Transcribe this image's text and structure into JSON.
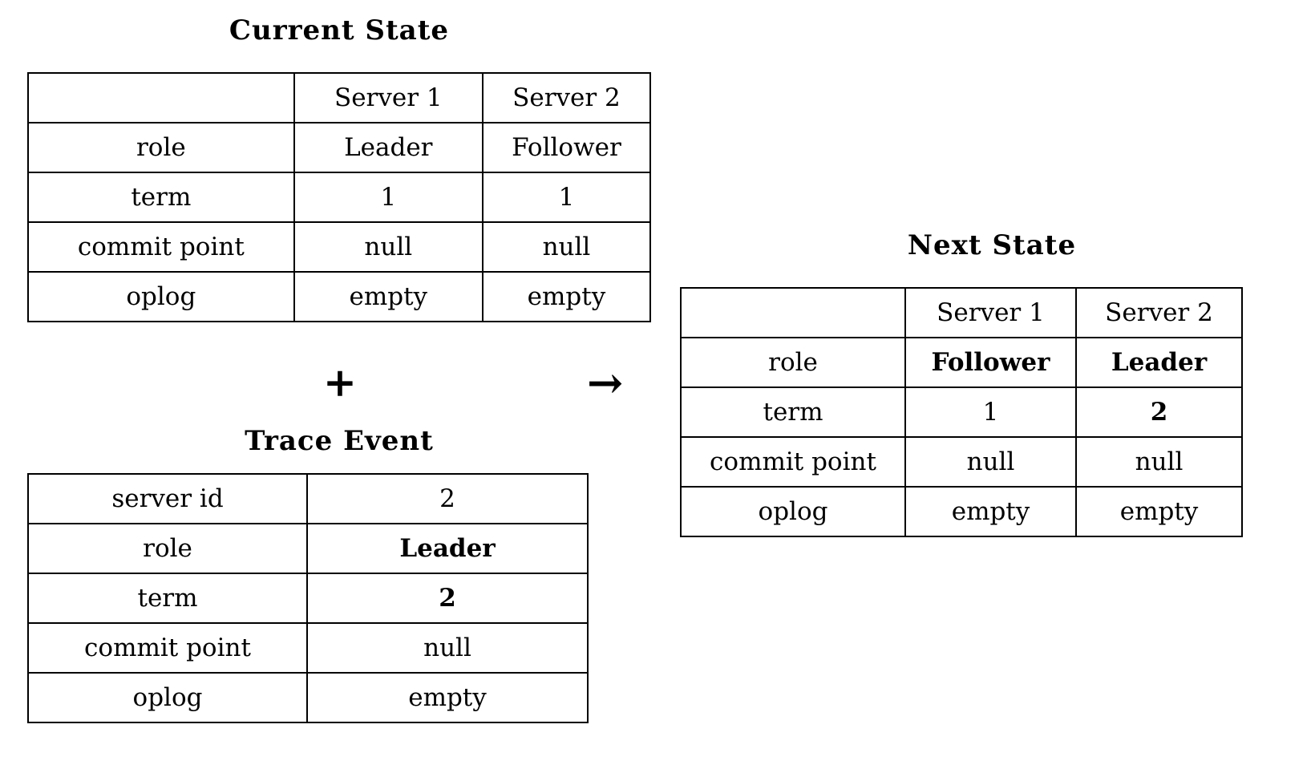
{
  "current_state": {
    "title": "Current State",
    "header": [
      "",
      "Server 1",
      "Server 2"
    ],
    "rows": [
      {
        "label": "role",
        "s1": "Leader",
        "s2": "Follower"
      },
      {
        "label": "term",
        "s1": "1",
        "s2": "1"
      },
      {
        "label": "commit point",
        "s1": "null",
        "s2": "null"
      },
      {
        "label": "oplog",
        "s1": "empty",
        "s2": "empty"
      }
    ]
  },
  "plus_symbol": "+",
  "arrow_symbol": "→",
  "trace_event": {
    "title": "Trace Event",
    "rows": [
      {
        "label": "server id",
        "value": "2"
      },
      {
        "label": "role",
        "value": "Leader"
      },
      {
        "label": "term",
        "value": "2"
      },
      {
        "label": "commit point",
        "value": "null"
      },
      {
        "label": "oplog",
        "value": "empty"
      }
    ]
  },
  "next_state": {
    "title": "Next State",
    "header": [
      "",
      "Server 1",
      "Server 2"
    ],
    "rows": [
      {
        "label": "role",
        "s1": "Follower",
        "s2": "Leader"
      },
      {
        "label": "term",
        "s1": "1",
        "s2": "2"
      },
      {
        "label": "commit point",
        "s1": "null",
        "s2": "null"
      },
      {
        "label": "oplog",
        "s1": "empty",
        "s2": "empty"
      }
    ]
  }
}
